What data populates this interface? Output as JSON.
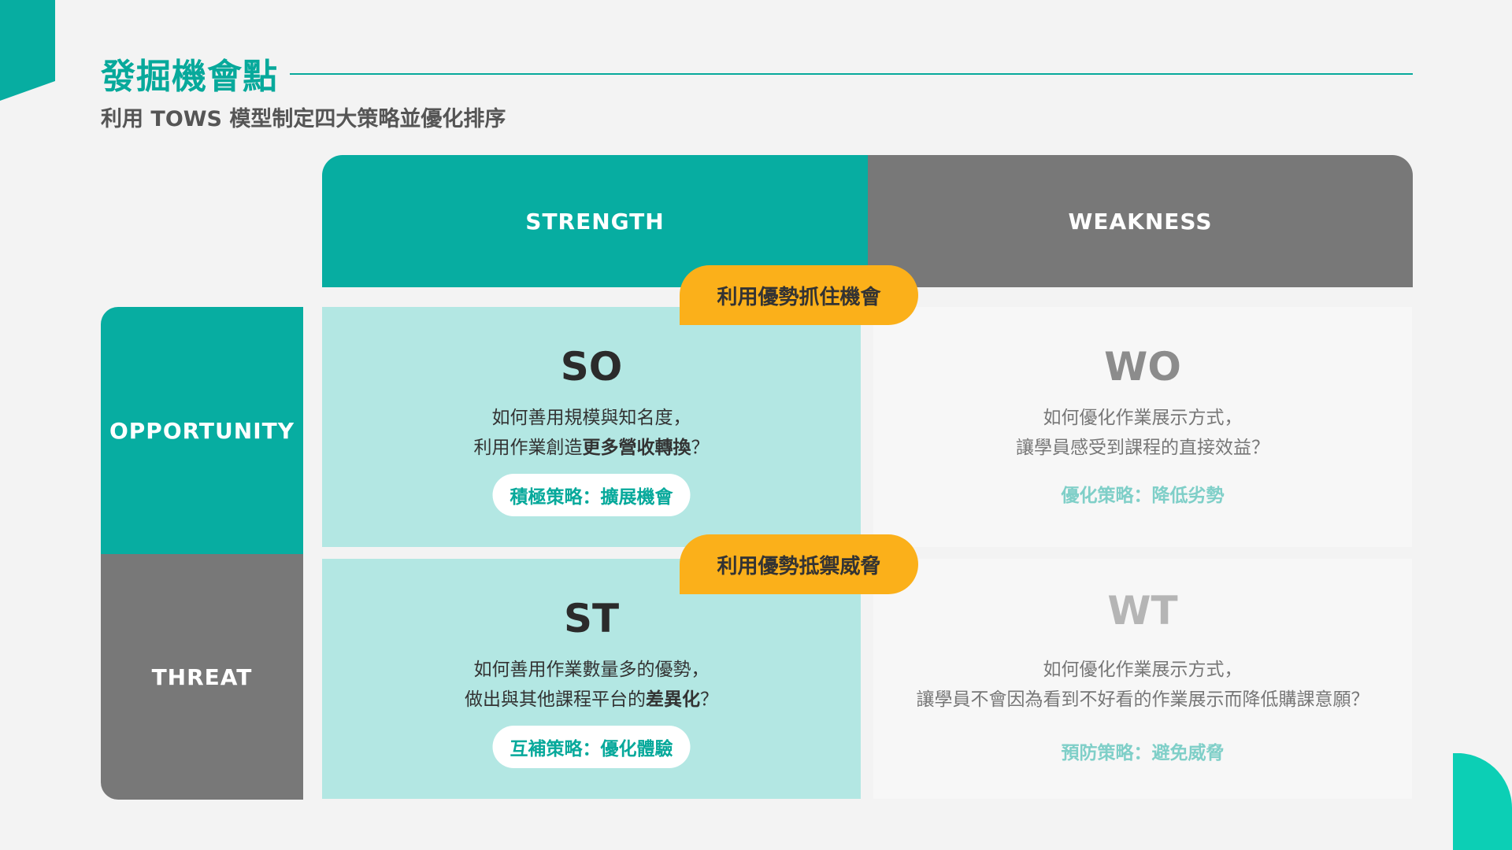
{
  "header": {
    "title": "發掘機會點",
    "subtitle": "利用 TOWS 模型制定四大策略並優化排序"
  },
  "columns": {
    "strength": "STRENGTH",
    "weakness": "WEAKNESS"
  },
  "rows": {
    "opportunity": "OPPORTUNITY",
    "threat": "THREAT"
  },
  "callouts": {
    "so": "利用優勢抓住機會",
    "st": "利用優勢抵禦威脅"
  },
  "cells": {
    "so": {
      "code": "SO",
      "line1": "如何善用規模與知名度，",
      "line2_pre": "利用作業創造",
      "line2_bold": "更多營收轉換",
      "line2_post": "？",
      "strategy": "積極策略：擴展機會"
    },
    "wo": {
      "code": "WO",
      "line1": "如何優化作業展示方式，",
      "line2": "讓學員感受到課程的直接效益？",
      "strategy": "優化策略：降低劣勢"
    },
    "st": {
      "code": "ST",
      "line1": "如何善用作業數量多的優勢，",
      "line2_pre": "做出與其他課程平台的",
      "line2_bold": "差異化",
      "line2_post": "？",
      "strategy": "互補策略：優化體驗"
    },
    "wt": {
      "code": "WT",
      "line1": "如何優化作業展示方式，",
      "line2": "讓學員不會因為看到不好看的作業展示而降低購課意願？",
      "strategy": "預防策略：避免威脅"
    }
  },
  "colors": {
    "teal": "#07ada1",
    "gray": "#787878",
    "light_teal": "#b3e7e3",
    "callout": "#fbb01a",
    "wo_code": "#8c8c8c",
    "wt_code": "#b5b5b5"
  }
}
